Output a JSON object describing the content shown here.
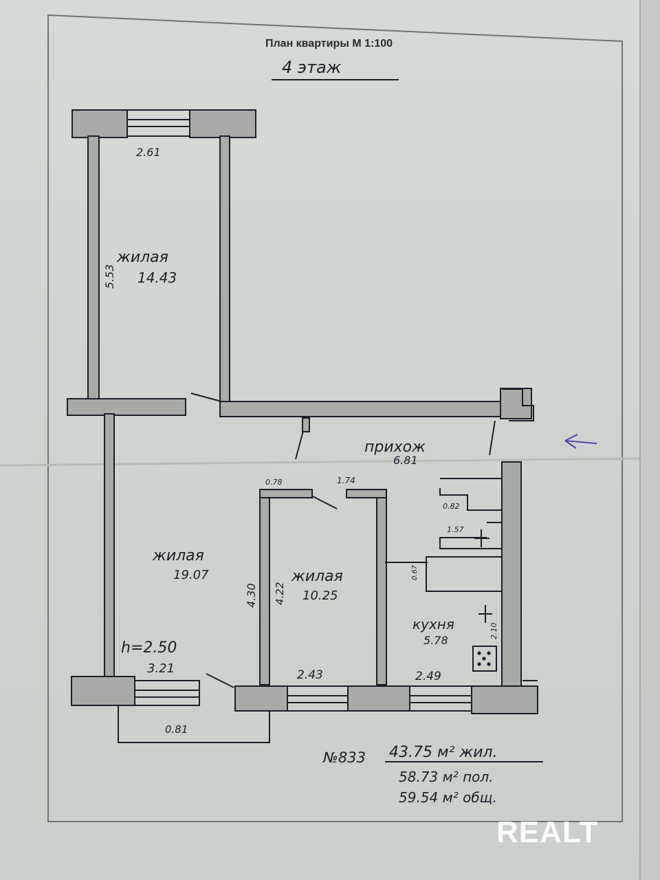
{
  "header": {
    "title": "План квартиры М 1:100",
    "floor": "4 этаж"
  },
  "rooms": [
    {
      "id": "room-top",
      "name": "жилая",
      "area": "14.43"
    },
    {
      "id": "room-bottom-left",
      "name": "жилая",
      "area": "19.07"
    },
    {
      "id": "room-middle",
      "name": "жилая",
      "area": "10.25"
    },
    {
      "id": "hallway",
      "name": "прихож",
      "area": "6.81"
    },
    {
      "id": "kitchen",
      "name": "кухня",
      "area": "5.78"
    }
  ],
  "dimensions": {
    "top_room_width": "2.61",
    "top_room_length": "5.53",
    "ceiling_height": "h=2.50",
    "bottom_left_width": "3.21",
    "balcony": "0.81",
    "middle_height_outer": "4.30",
    "middle_height_inner": "4.22",
    "middle_width": "2.43",
    "kitchen_width": "2.49",
    "kitchen_depth": "2.10",
    "door_a": "0.78",
    "door_b": "1.74",
    "closet_a": "0.82",
    "closet_b": "1.57",
    "closet_c": "0.67"
  },
  "totals": {
    "ref": "№833",
    "living": "43.75 м² жил.",
    "floor": "58.73 м² пол.",
    "total": "59.54 м² общ."
  },
  "watermark": "REALT",
  "colors": {
    "wall_fill": "#a9aba8",
    "ink": "#1d1d28",
    "paper": "#d2d6d2"
  }
}
